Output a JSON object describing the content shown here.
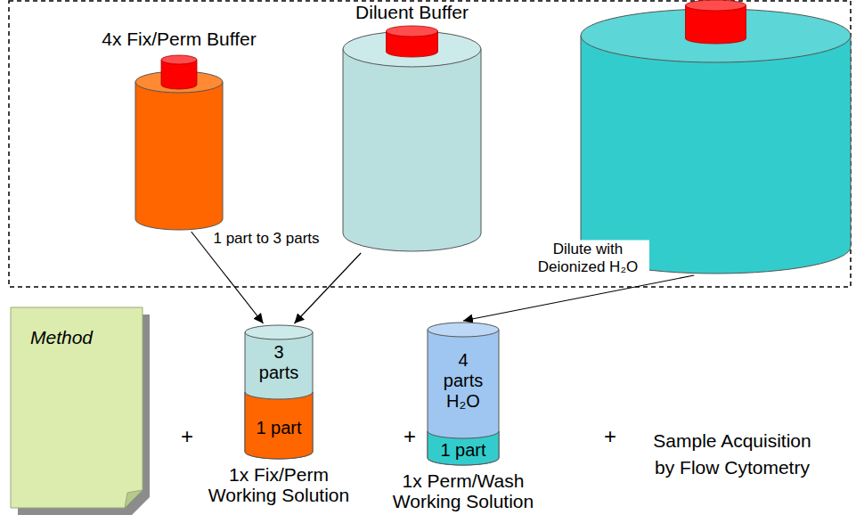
{
  "diagram": {
    "nodes": [
      {
        "text": [
          "4x Fix/Perm Buffer"
        ]
      },
      {
        "text": [
          "Diluent Buffer"
        ]
      },
      {
        "text": []
      },
      {
        "text": [
          "Method"
        ]
      },
      {
        "text": [
          "3 parts",
          "1 part",
          "1x Fix/Perm Working Solution"
        ]
      },
      {
        "text": [
          "4 parts H₂O",
          "1 part",
          "1x Perm/Wash Working Solution"
        ]
      }
    ],
    "edges": [
      {
        "from": 0,
        "to": 4,
        "arrow": "to"
      },
      {
        "from": 1,
        "to": 4,
        "arrow": "to"
      },
      {
        "from": 2,
        "to": 5,
        "arrow": "to"
      }
    ],
    "labels": [
      "1 part to 3 parts",
      "Dilute with Deionized H₂O",
      "+",
      "+",
      "+",
      "Sample Acquisition by Flow Cytometry"
    ]
  }
}
